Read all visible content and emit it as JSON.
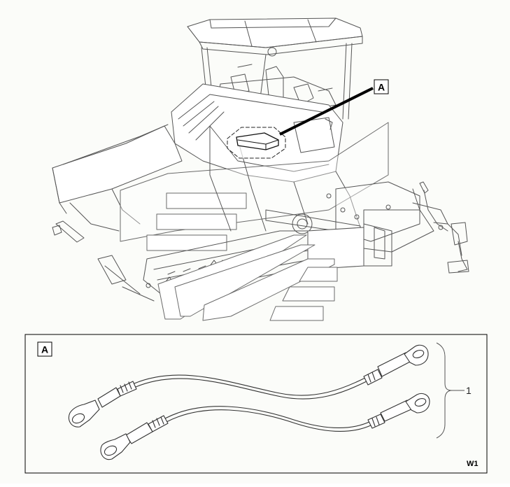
{
  "callouts": {
    "main_label": "A",
    "detail_label": "A",
    "part_number": "1",
    "sheet_code": "W1"
  },
  "colors": {
    "line": "#3a3a3a",
    "light_line": "#8a8a8a",
    "background": "#fbfcf9",
    "leader": "#000000"
  }
}
